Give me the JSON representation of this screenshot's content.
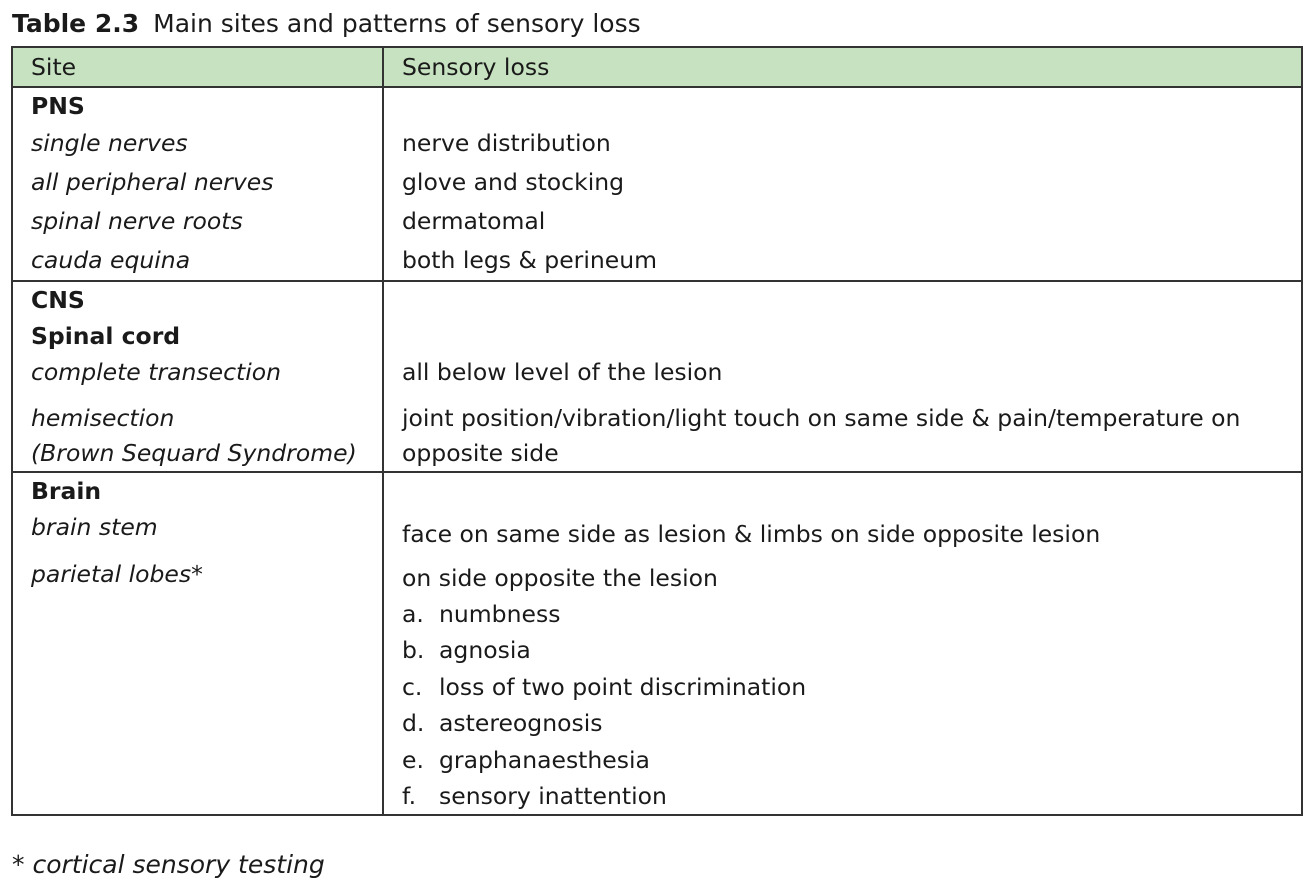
{
  "caption": {
    "label": "Table 2.3",
    "title": "Main sites and patterns of sensory loss"
  },
  "header": {
    "site": "Site",
    "loss": "Sensory loss"
  },
  "pns": {
    "group": "PNS",
    "rows": [
      {
        "site": "single nerves",
        "loss": "nerve distribution"
      },
      {
        "site": "all peripheral nerves",
        "loss": "glove and stocking"
      },
      {
        "site": "spinal nerve roots",
        "loss": "dermatomal"
      },
      {
        "site": "cauda equina",
        "loss": "both legs & perineum"
      }
    ]
  },
  "cns": {
    "group": "CNS",
    "subgroup": "Spinal cord",
    "complete": {
      "site": "complete transection",
      "loss": "all below level of the lesion"
    },
    "hemi": {
      "site1": "hemisection",
      "site2": "(Brown Sequard Syndrome)",
      "loss1": "joint position/vibration/light touch on same side & pain/temperature on",
      "loss2": "opposite side"
    }
  },
  "brain": {
    "group": "Brain",
    "stem": {
      "site": "brain stem",
      "loss": "face on same side as lesion & limbs on side opposite lesion"
    },
    "parietal": {
      "site": "parietal lobes*",
      "loss": "on side opposite the lesion",
      "items": [
        {
          "marker": "a.",
          "text": "numbness"
        },
        {
          "marker": "b.",
          "text": "agnosia"
        },
        {
          "marker": "c.",
          "text": "loss of two point discrimination"
        },
        {
          "marker": "d.",
          "text": "astereognosis"
        },
        {
          "marker": "e.",
          "text": "graphanaesthesia"
        },
        {
          "marker": "f.",
          "text": "sensory inattention"
        }
      ]
    }
  },
  "footnote": "* cortical sensory testing",
  "colors": {
    "header_bg": "#c6e2c0",
    "border": "#333333"
  }
}
